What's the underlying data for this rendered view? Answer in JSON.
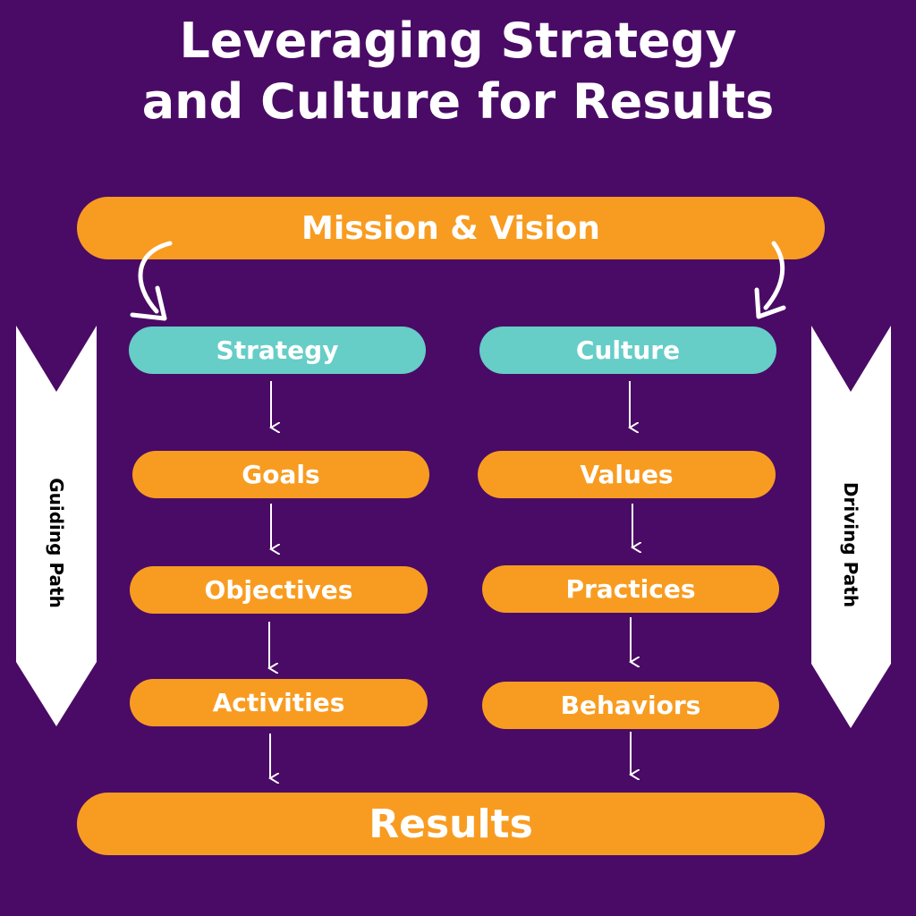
{
  "title": {
    "line1": "Leveraging Strategy",
    "line2": "and Culture for Results"
  },
  "top_box": "Mission & Vision",
  "left_column": {
    "header": "Strategy",
    "items": [
      "Goals",
      "Objectives",
      "Activities"
    ]
  },
  "right_column": {
    "header": "Culture",
    "items": [
      "Values",
      "Practices",
      "Behaviors"
    ]
  },
  "bottom_box": "Results",
  "side_labels": {
    "left": "Guiding Path",
    "right": "Driving Path"
  },
  "colors": {
    "background": "#4a0b66",
    "orange": "#f89c21",
    "teal": "#66cdc7",
    "white": "#ffffff"
  }
}
